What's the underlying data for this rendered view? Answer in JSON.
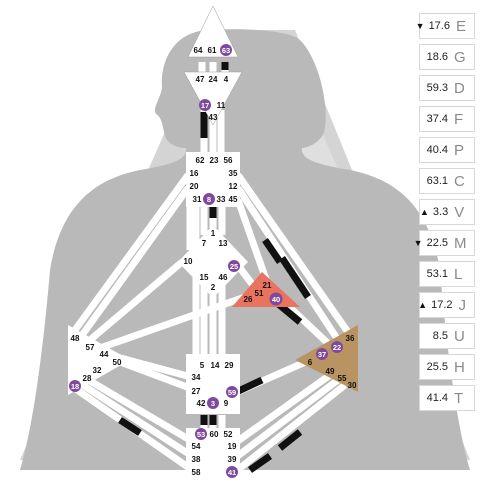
{
  "centers": {
    "head": {
      "gates": [
        "64",
        "61",
        "63"
      ]
    },
    "ajna": {
      "gates": [
        "47",
        "24",
        "4",
        "17",
        "11",
        "43"
      ]
    },
    "throat": {
      "gates": [
        "62",
        "23",
        "56",
        "16",
        "35",
        "20",
        "12",
        "31",
        "8",
        "33",
        "45"
      ]
    },
    "g_center": {
      "gates": [
        "1",
        "7",
        "13",
        "10",
        "25",
        "15",
        "46",
        "2"
      ]
    },
    "heart": {
      "gates": [
        "21",
        "51",
        "26",
        "40"
      ],
      "color": "#e8735f"
    },
    "spleen": {
      "gates": [
        "48",
        "57",
        "44",
        "50",
        "32",
        "28",
        "18"
      ]
    },
    "sacral": {
      "gates": [
        "5",
        "14",
        "29",
        "34",
        "27",
        "59",
        "42",
        "3",
        "9"
      ]
    },
    "solar_plexus": {
      "gates": [
        "36",
        "22",
        "37",
        "6",
        "49",
        "55",
        "30"
      ],
      "color": "#b99462"
    },
    "root": {
      "gates": [
        "53",
        "60",
        "52",
        "54",
        "19",
        "38",
        "39",
        "58",
        "41"
      ]
    }
  },
  "colors": {
    "activated_gate": "#7f4a9e",
    "silhouette": "#b5b5b5",
    "aura": "#cdcdcd",
    "channel_defined": "#111111",
    "channel_open": "#ffffff"
  },
  "planets": [
    {
      "arrow": "▼",
      "value": "17.6",
      "letter": "E"
    },
    {
      "arrow": "",
      "value": "18.6",
      "letter": "G"
    },
    {
      "arrow": "",
      "value": "59.3",
      "letter": "D"
    },
    {
      "arrow": "",
      "value": "37.4",
      "letter": "F"
    },
    {
      "arrow": "",
      "value": "40.4",
      "letter": "P"
    },
    {
      "arrow": "",
      "value": "63.1",
      "letter": "C"
    },
    {
      "arrow": "▲",
      "value": "3.3",
      "letter": "V"
    },
    {
      "arrow": "▼",
      "value": "22.5",
      "letter": "M"
    },
    {
      "arrow": "",
      "value": "53.1",
      "letter": "L"
    },
    {
      "arrow": "▲",
      "value": "17.2",
      "letter": "J"
    },
    {
      "arrow": "",
      "value": "8.5",
      "letter": "U"
    },
    {
      "arrow": "",
      "value": "25.5",
      "letter": "H"
    },
    {
      "arrow": "",
      "value": "41.4",
      "letter": "T"
    }
  ]
}
